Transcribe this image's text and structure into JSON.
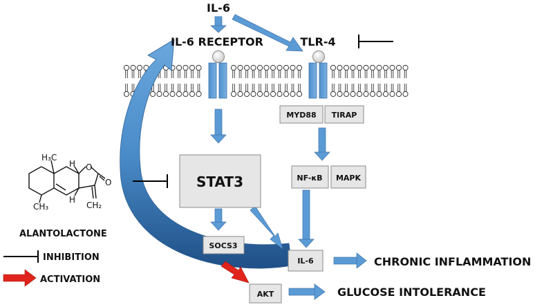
{
  "labels": {
    "il6_top": "IL-6",
    "il6_receptor": "IL-6 RECEPTOR",
    "tlr4": "TLR-4",
    "myd88": "MYD88",
    "tirap": "TIRAP",
    "stat3": "STAT3",
    "nfkb": "NF-κB",
    "mapk": "MAPK",
    "socs3": "SOCS3",
    "il6_bottom": "IL-6",
    "akt": "AKT",
    "chronic_inflammation": "CHRONIC INFLAMMATION",
    "glucose_intolerance": "GLUCOSE INTOLERANCE"
  },
  "molecule": {
    "name": "ALANTOLACTONE",
    "h3c": "H₃C",
    "ch3": "CH₃",
    "ch2": "CH₂",
    "h_top": "H",
    "h_bottom": "H",
    "o_ring": "O",
    "o_carbonyl": "O"
  },
  "legend": {
    "inhibition": "INHIBITION",
    "activation": "ACTIVATION"
  },
  "colors": {
    "arrow_blue": "#5b9bd5",
    "arrow_blue_dark": "#2e6ea6",
    "activation_red": "#e0241b",
    "box_fill": "#e6e6e6",
    "receptor_fill": "#5b9bd5"
  }
}
